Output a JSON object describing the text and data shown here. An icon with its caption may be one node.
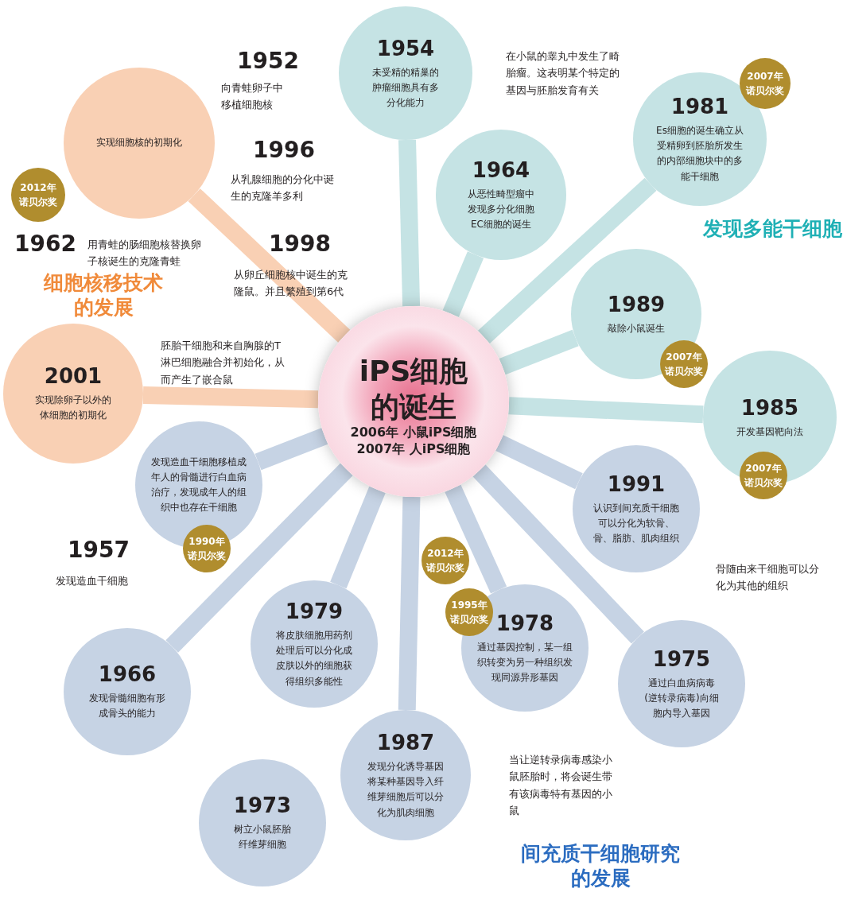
{
  "diagram": {
    "nodes": [
      {
        "text": [
          "iPS细胞的诞生",
          "2006年 小鼠iPS细胞",
          "2007年 人iPS细胞"
        ]
      },
      {
        "text": [
          "实现细胞核的初期化"
        ]
      },
      {
        "text": [
          "2012年诺贝尔奖"
        ]
      },
      {
        "text": [
          "2001",
          "实现除卵子以外的体细胞的初期化"
        ]
      },
      {
        "text": [
          "1954",
          "未受精的精巢的肿瘤细胞具有多分化能力"
        ]
      },
      {
        "text": [
          "1964",
          "从恶性畸型瘤中发现多分化细胞EC细胞的诞生"
        ]
      },
      {
        "text": [
          "1981",
          "Es细胞的诞生确立从受精卵到胚胎所发生的内部细胞块中的多能干细胞"
        ]
      },
      {
        "text": [
          "2007年诺贝尔奖"
        ]
      },
      {
        "text": [
          "1989",
          "敲除小鼠诞生"
        ]
      },
      {
        "text": [
          "2007年诺贝尔奖"
        ]
      },
      {
        "text": [
          "1985",
          "开发基因靶向法"
        ]
      },
      {
        "text": [
          "2007年诺贝尔奖"
        ]
      },
      {
        "text": [
          "1991",
          "认识到间充质干细胞可以分化为软骨、骨、脂肪、肌肉组织"
        ]
      },
      {
        "text": [
          "2012年诺贝尔奖"
        ]
      },
      {
        "text": [
          "1995年诺贝尔奖"
        ]
      },
      {
        "text": [
          "1978",
          "通过基因控制，某一组织转变为另一种组织发现同源异形基因"
        ]
      },
      {
        "text": [
          "1975",
          "通过白血病病毒(逆转录病毒)向细胞内导入基因"
        ]
      },
      {
        "text": [
          "发现造血干细胞移植成年人的骨髓进行白血病治疗，发现成年人的组织中也存在干细胞"
        ]
      },
      {
        "text": [
          "1990年诺贝尔奖"
        ]
      },
      {
        "text": [
          "1979",
          "将皮肤细胞用药剂处理后可以分化成皮肤以外的细胞获得组织多能性"
        ]
      },
      {
        "text": [
          "1966",
          "发现骨髓细胞有形成骨头的能力"
        ]
      },
      {
        "text": [
          "1987",
          "发现分化诱导基因将某种基因导入纤维芽细胞后可以分化为肌肉细胞"
        ]
      },
      {
        "text": [
          "1973",
          "树立小鼠胚胎纤维芽细胞"
        ]
      }
    ],
    "edges": [
      {
        "from": 0,
        "to": 1,
        "arrow": "none",
        "color": "#f9d0b4"
      },
      {
        "from": 0,
        "to": 3,
        "arrow": "none",
        "color": "#f9d0b4"
      },
      {
        "from": 0,
        "to": 4,
        "arrow": "none",
        "color": "#c5e3e4"
      },
      {
        "from": 0,
        "to": 5,
        "arrow": "none",
        "color": "#c5e3e4"
      },
      {
        "from": 0,
        "to": 6,
        "arrow": "none",
        "color": "#c5e3e4"
      },
      {
        "from": 0,
        "to": 8,
        "arrow": "none",
        "color": "#c5e3e4"
      },
      {
        "from": 0,
        "to": 10,
        "arrow": "none",
        "color": "#c5e3e4"
      },
      {
        "from": 0,
        "to": 12,
        "arrow": "none"
      },
      {
        "from": 0,
        "to": 15,
        "arrow": "none"
      },
      {
        "from": 0,
        "to": 16,
        "arrow": "none"
      },
      {
        "from": 0,
        "to": 17,
        "arrow": "none"
      },
      {
        "from": 0,
        "to": 19,
        "arrow": "none"
      },
      {
        "from": 0,
        "to": 20,
        "arrow": "none"
      },
      {
        "from": 0,
        "to": 21,
        "arrow": "none"
      }
    ],
    "labels": [
      "1952",
      "向青蛙卵子中移植细胞核",
      "在小鼠的睾丸中发生了畸胎瘤。这表明某个特定的基因与胚胎发育有关",
      "1996",
      "从乳腺细胞的分化中诞生的克隆羊多利",
      "1962",
      "用青蛙的肠细胞核替换卵子核诞生的克隆青蛙",
      "1998",
      "从卵丘细胞核中诞生的克隆鼠。并且繁殖到第6代",
      "发现多能干细胞",
      "细胞核移技术的发展",
      "胚胎干细胞和来自胸腺的T淋巴细胞融合并初始化，从而产生了嵌合鼠",
      "1957",
      "骨随由来干细胞可以分化为其他的组织",
      "发现造血干细胞",
      "当让逆转录病毒感染小鼠胚胎时，将会诞生带有该病毒特有基因的小鼠",
      "间充质干细胞研究的发展"
    ]
  }
}
